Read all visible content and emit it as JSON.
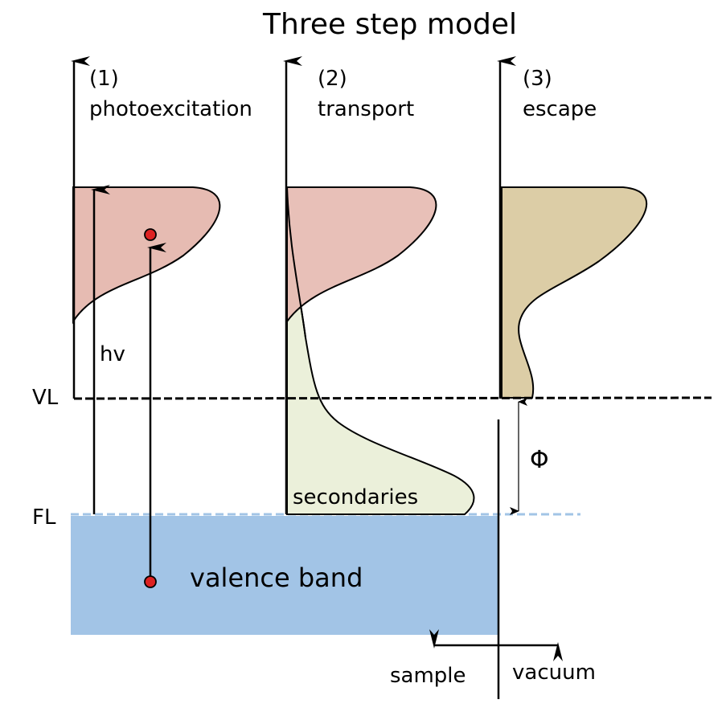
{
  "title": "Three step model",
  "steps": [
    {
      "number": "(1)",
      "name": "photoexcitation"
    },
    {
      "number": "(2)",
      "name": "transport"
    },
    {
      "number": "(3)",
      "name": "escape"
    }
  ],
  "labels": {
    "hv": "hv",
    "vl": "VL",
    "fl": "FL",
    "phi": "Φ",
    "secondaries": "secondaries",
    "valence_band": "valence band",
    "sample": "sample",
    "vacuum": "vacuum"
  },
  "colors": {
    "excited_distribution": "#e6bbb2",
    "secondaries_fill": "#ebf0da",
    "escape_distribution": "#dccda6",
    "valence_band": "#a2c4e6",
    "fermi_level_line": "#a2c4e6",
    "electron": "#dd2222"
  }
}
